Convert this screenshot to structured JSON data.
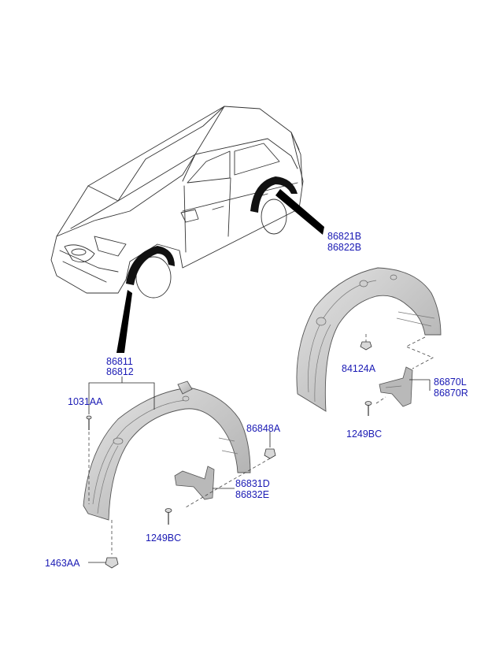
{
  "labels": {
    "front_liner_lh": "86811",
    "front_liner_rh": "86812",
    "rear_liner_lh": "86821B",
    "rear_liner_rh": "86822B",
    "rear_clip": "84124A",
    "rear_flap_l": "86870L",
    "rear_flap_r": "86870R",
    "rear_screw": "1249BC",
    "front_screw_top": "1031AA",
    "front_nut": "86848A",
    "front_flap_lh": "86831D",
    "front_flap_rh": "86832E",
    "front_screw": "1249BC",
    "front_nut_bottom": "1463AA"
  },
  "colors": {
    "label_blue": "#1a1ab4",
    "callout_black": "#000000",
    "liner_gray": "#bdbdbd"
  }
}
